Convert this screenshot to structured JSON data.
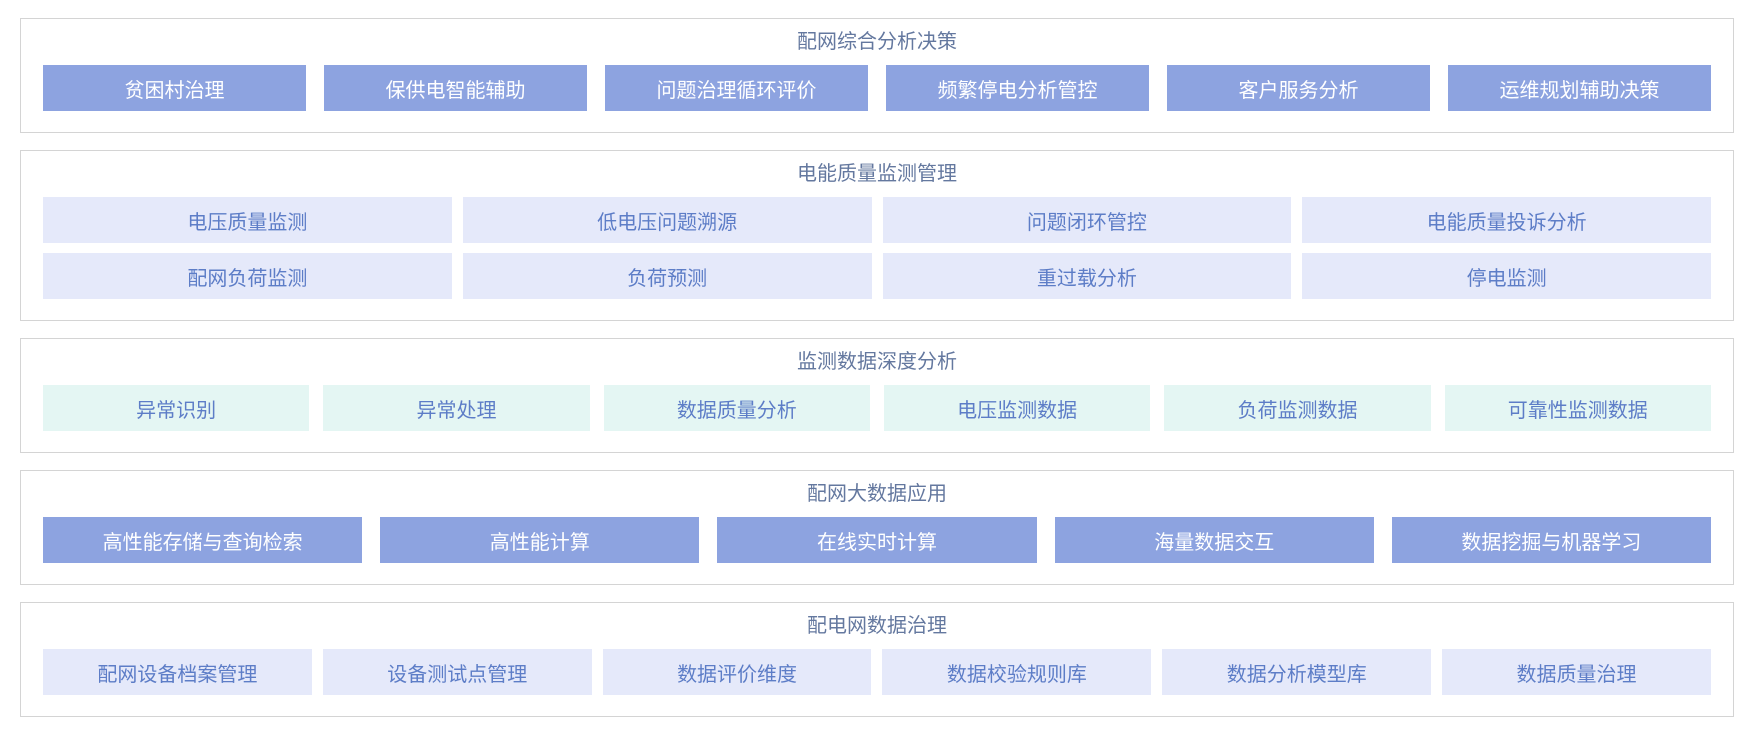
{
  "colors": {
    "solid_btn_bg": "#8da3e0",
    "solid_btn_text": "#ffffff",
    "lavender_btn_bg": "#e5e9fa",
    "mint_btn_bg": "#e4f6f3",
    "tile_text": "#5d7dc7",
    "title_text": "#64789f",
    "panel_border": "#d4d4d4"
  },
  "sections": [
    {
      "title": "配网综合分析决策",
      "style": "solid",
      "rows": [
        [
          "贫困村治理",
          "保供电智能辅助",
          "问题治理循环评价",
          "频繁停电分析管控",
          "客户服务分析",
          "运维规划辅助决策"
        ]
      ]
    },
    {
      "title": "电能质量监测管理",
      "style": "lavender",
      "rows": [
        [
          "电压质量监测",
          "低电压问题溯源",
          "问题闭环管控",
          "电能质量投诉分析"
        ],
        [
          "配网负荷监测",
          "负荷预测",
          "重过载分析",
          "停电监测"
        ]
      ]
    },
    {
      "title": "监测数据深度分析",
      "style": "mint",
      "rows": [
        [
          "异常识别",
          "异常处理",
          "数据质量分析",
          "电压监测数据",
          "负荷监测数据",
          "可靠性监测数据"
        ]
      ]
    },
    {
      "title": "配网大数据应用",
      "style": "solid",
      "rows": [
        [
          "高性能存储与查询检索",
          "高性能计算",
          "在线实时计算",
          "海量数据交互",
          "数据挖掘与机器学习"
        ]
      ]
    },
    {
      "title": "配电网数据治理",
      "style": "lavender",
      "rows": [
        [
          "配网设备档案管理",
          "设备测试点管理",
          "数据评价维度",
          "数据校验规则库",
          "数据分析模型库",
          "数据质量治理"
        ]
      ]
    }
  ]
}
